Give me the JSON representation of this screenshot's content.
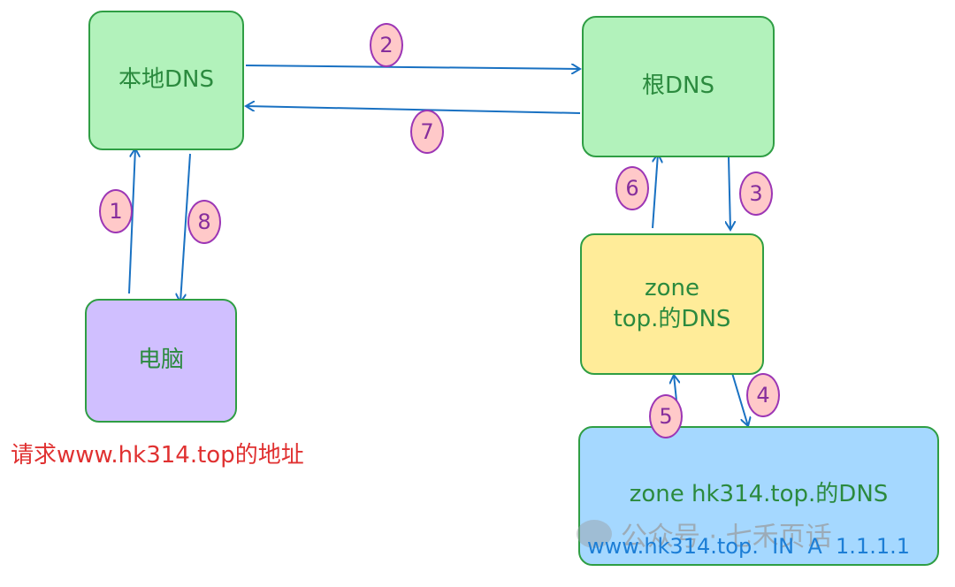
{
  "nodes": {
    "local_dns": "本地DNS",
    "root_dns": "根DNS",
    "computer": "电脑",
    "top_dns_line1": "zone",
    "top_dns_line2": "top.的DNS",
    "hk314_dns": "zone hk314.top.的DNS"
  },
  "steps": [
    "1",
    "2",
    "3",
    "4",
    "5",
    "6",
    "7",
    "8"
  ],
  "caption": "请求www.hk314.top的地址",
  "record": "www.hk314.top.  IN  A  1.1.1.1",
  "watermark": "公众号 · 七禾页话",
  "colors": {
    "green_fill": "#b2f2bb",
    "purple_fill": "#d0bfff",
    "yellow_fill": "#ffec99",
    "blue_fill": "#a5d8ff",
    "box_stroke": "#2f9e44",
    "arrow": "#1971c2",
    "badge_fill": "#ffc9c9",
    "badge_stroke": "#9c36b5",
    "caption_text": "#e03131"
  }
}
